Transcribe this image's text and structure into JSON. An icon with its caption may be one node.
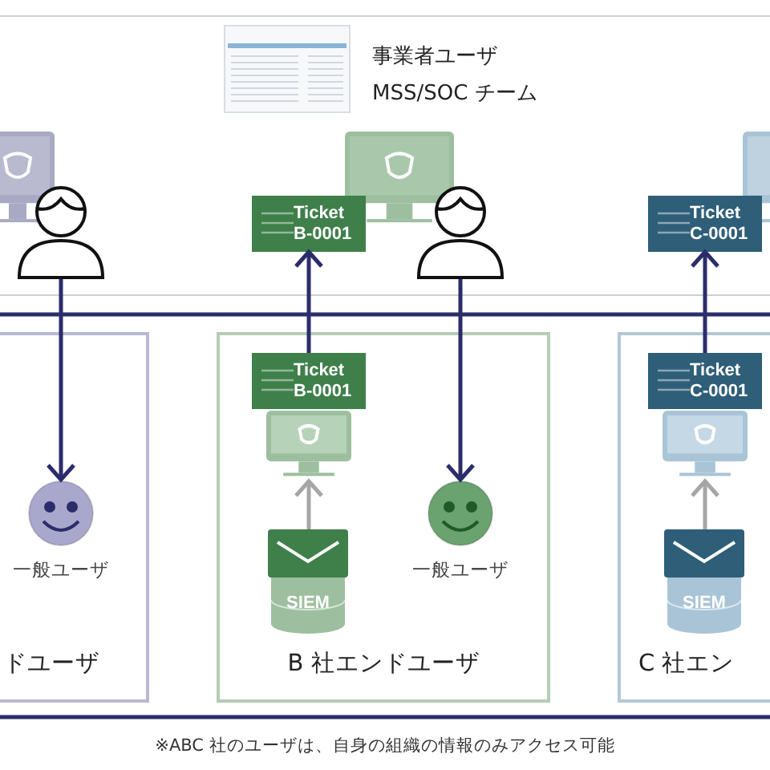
{
  "diagram": {
    "caption": "※ABC 社のユーザは、自身の組織の情報のみアクセス可能",
    "nodes": [
      {
        "text": [],
        "shape": "person"
      },
      {
        "text": [
          "Ticket B-0001"
        ]
      },
      {
        "text": [],
        "shape": "person"
      },
      {
        "text": [
          "Ticket C-0001"
        ]
      },
      {
        "text": [
          "ドユーザ"
        ]
      },
      {
        "text": [],
        "shape": "circle",
        "in": 4,
        "beside": [
          "一般ユーザ"
        ]
      },
      {
        "text": [
          "B 社エンドユーザ"
        ]
      },
      {
        "text": [
          "Ticket B-0001"
        ],
        "in": 6
      },
      {
        "text": [],
        "shape": "picture",
        "in": 6
      },
      {
        "text": [
          "SIEM"
        ],
        "in": 6
      },
      {
        "text": [],
        "shape": "circle",
        "in": 6,
        "beside": [
          "一般ユーザ"
        ]
      },
      {
        "text": [
          "C 社エン"
        ]
      },
      {
        "text": [
          "Ticket C-0001"
        ],
        "in": 11
      },
      {
        "text": [],
        "shape": "picture",
        "in": 11
      },
      {
        "text": [
          "SIEM"
        ],
        "in": 11
      }
    ],
    "edges": [
      {
        "from": 0,
        "to": 5,
        "arrow": "to"
      },
      {
        "from": 7,
        "to": 1,
        "arrow": "to"
      },
      {
        "from": 2,
        "to": 10,
        "arrow": "to"
      },
      {
        "from": 12,
        "to": 3,
        "arrow": "to"
      },
      {
        "from": 9,
        "to": 8,
        "arrow": "to",
        "color": "#a6a6a6"
      },
      {
        "from": 14,
        "to": 13,
        "arrow": "to",
        "color": "#a6a6a6"
      }
    ],
    "labels": [
      "事業者ユーザ",
      "MSS/SOC チーム"
    ]
  }
}
